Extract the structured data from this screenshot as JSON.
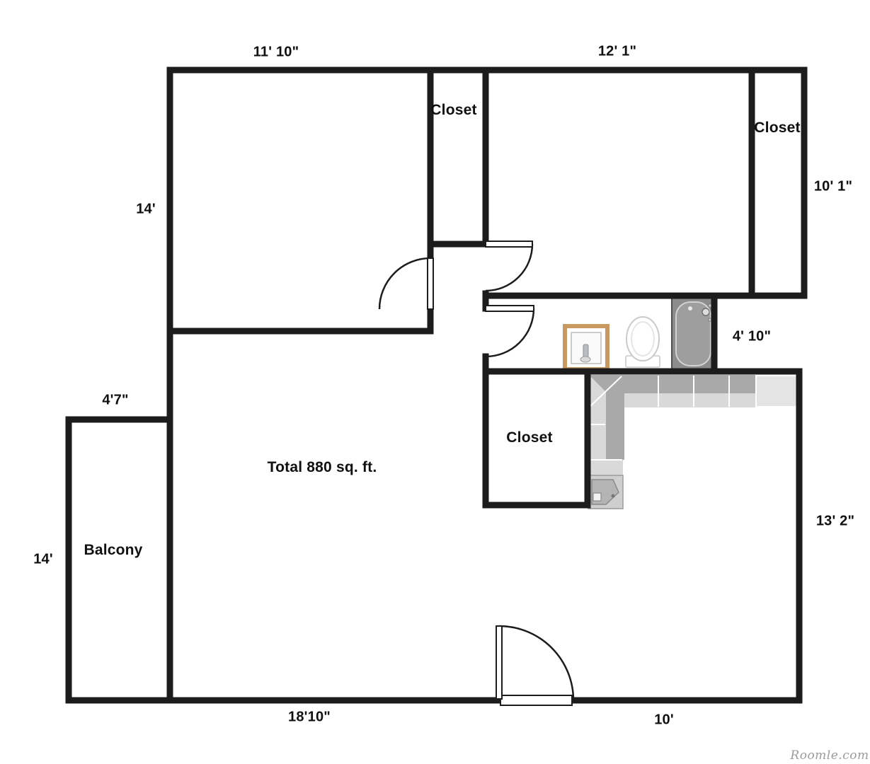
{
  "floorplan": {
    "total_area_label": "Total 880 sq. ft.",
    "watermark": "Roomle.com",
    "rooms": {
      "balcony": "Balcony",
      "closet_between_bedrooms": "Closet",
      "closet_right_bedroom": "Closet",
      "closet_hall": "Closet"
    },
    "dimensions": {
      "left_bedroom_width": "11' 10\"",
      "right_bedroom_width": "12' 1\"",
      "left_bedroom_height": "14'",
      "right_bedroom_height": "10' 1\"",
      "bathroom_height": "4' 10\"",
      "balcony_width": "4'7\"",
      "balcony_height": "14'",
      "living_height": "13' 2\"",
      "living_width": "18'10\"",
      "kitchen_width": "10'"
    },
    "colors": {
      "wall": "#1c1c1c",
      "counter_light": "#d9d9d9",
      "counter_dark": "#a9a9a9",
      "counter_fridge": "#e4e4e4",
      "vanity_wood": "#c89a62",
      "tub_dark": "#8c8c8c",
      "fixture_white": "#ffffff"
    }
  }
}
